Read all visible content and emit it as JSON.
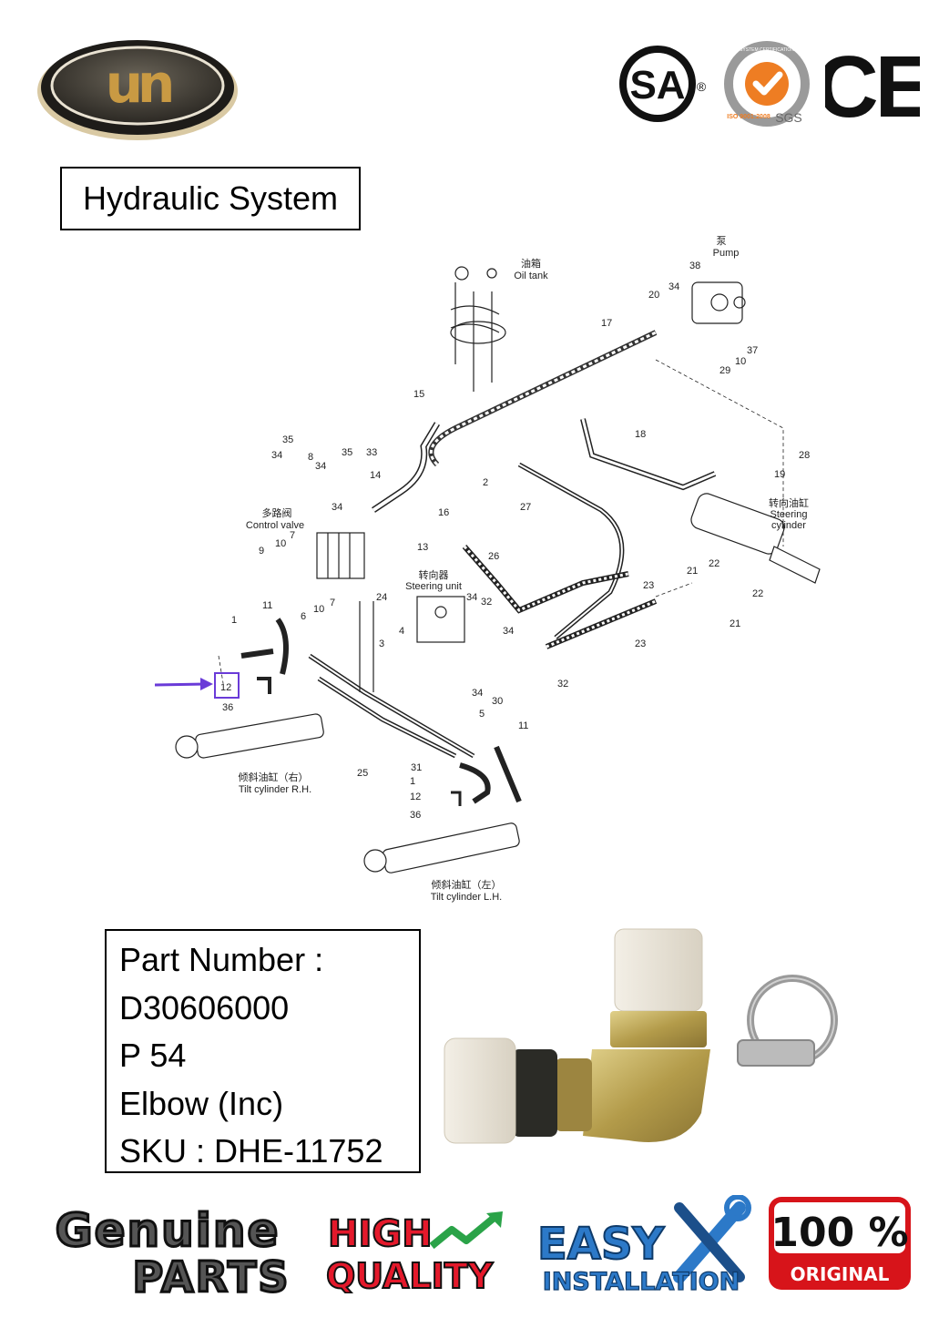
{
  "brand": {
    "logo_text": "un"
  },
  "certifications": {
    "csa": "SA",
    "registered_mark": "®",
    "sgs_ring_text": "SYSTEM CERTIFICATION",
    "sgs_iso": "ISO 9001:2008",
    "sgs_label": "SGS",
    "ce": "CE"
  },
  "title": "Hydraulic System",
  "diagram": {
    "labels": {
      "pump_cn": "泵",
      "pump": "Pump",
      "oil_tank_cn": "油箱",
      "oil_tank": "Oil tank",
      "control_valve_cn": "多路阀",
      "control_valve": "Control valve",
      "steering_unit_cn": "转向器",
      "steering_unit": "Steering unit",
      "steering_cyl_cn": "转向油缸",
      "steering_cyl_1": "Steering",
      "steering_cyl_2": "cylinder",
      "tilt_rh_cn": "倾斜油缸（右）",
      "tilt_rh": "Tilt cylinder R.H.",
      "tilt_lh_cn": "倾斜油缸（左）",
      "tilt_lh": "Tilt cylinder L.H."
    },
    "callouts": [
      "38",
      "20",
      "34",
      "17",
      "37",
      "10",
      "29",
      "15",
      "18",
      "28",
      "19",
      "35",
      "34",
      "8",
      "35",
      "33",
      "34",
      "14",
      "2",
      "27",
      "34",
      "16",
      "7",
      "9",
      "10",
      "13",
      "26",
      "24",
      "22",
      "21",
      "23",
      "22",
      "11",
      "10",
      "7",
      "34",
      "32",
      "6",
      "1",
      "4",
      "3",
      "34",
      "12",
      "36",
      "23",
      "21",
      "32",
      "34",
      "30",
      "5",
      "11",
      "25",
      "31",
      "1",
      "12",
      "36"
    ]
  },
  "part": {
    "line1": "Part Number :",
    "line2": "D30606000",
    "line3": "P 54",
    "line4": "Elbow (Inc)",
    "line5": "SKU : DHE-11752"
  },
  "badges": {
    "genuine_1": "Genuine",
    "genuine_2": "PARTS",
    "quality_1": "HIGH",
    "quality_2": "QUALITY",
    "easy_1": "EASY",
    "easy_2": "INSTALLATION",
    "original_1": "100 %",
    "original_2": "ORIGINAL"
  },
  "colors": {
    "highlight": "#6a3bd8",
    "quality_red": "#e4192b",
    "quality_green": "#2aa348",
    "easy_blue": "#2c79c8",
    "original_red": "#d7141a",
    "sgs_orange": "#ee7d23",
    "logo_gold": "#c99a43"
  }
}
